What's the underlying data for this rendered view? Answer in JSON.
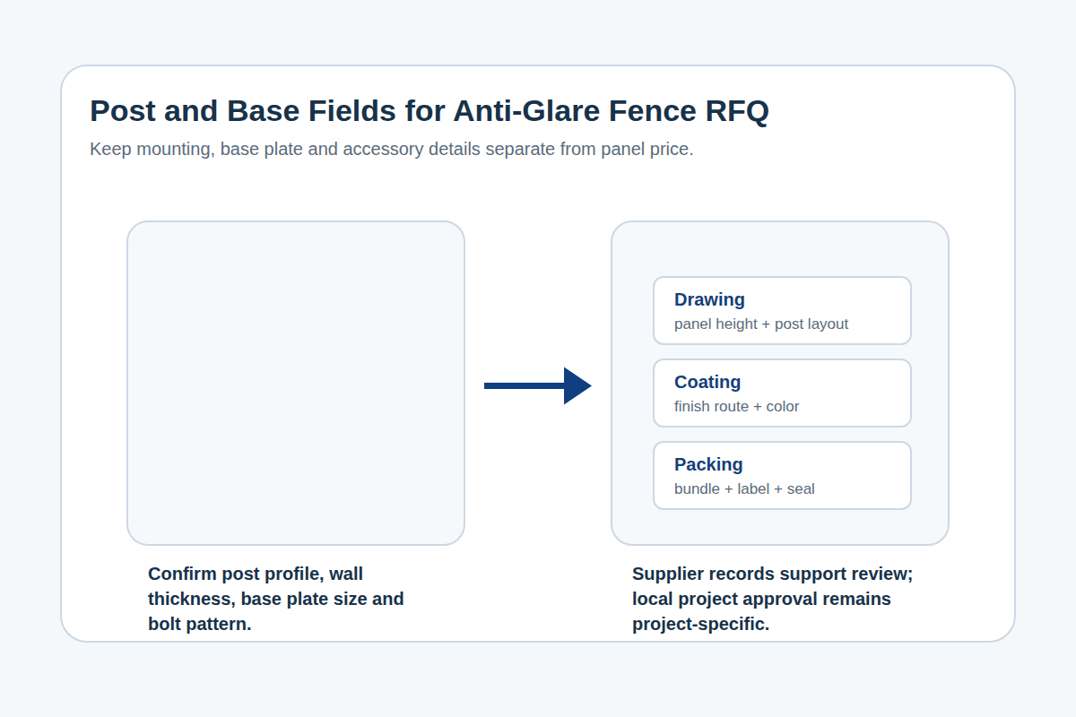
{
  "diagram": {
    "title": "Post and Base Fields for Anti-Glare Fence RFQ",
    "caption": "Keep mounting, base plate and accessory details separate from panel price.",
    "nodes": [
      {
        "text": [
          "Confirm post profile, wall thickness, base plate size and bolt pattern."
        ]
      },
      {
        "text": [
          "Supplier records support review; local project approval remains project-specific."
        ]
      },
      {
        "text": [
          "Drawing",
          "panel height + post layout"
        ],
        "in": 1
      },
      {
        "text": [
          "Coating",
          "finish route + color"
        ],
        "in": 1
      },
      {
        "text": [
          "Packing",
          "bundle + label + seal"
        ],
        "in": 1
      }
    ],
    "edges": [
      {
        "from": 0,
        "to": 1,
        "arrow": "to"
      }
    ]
  }
}
